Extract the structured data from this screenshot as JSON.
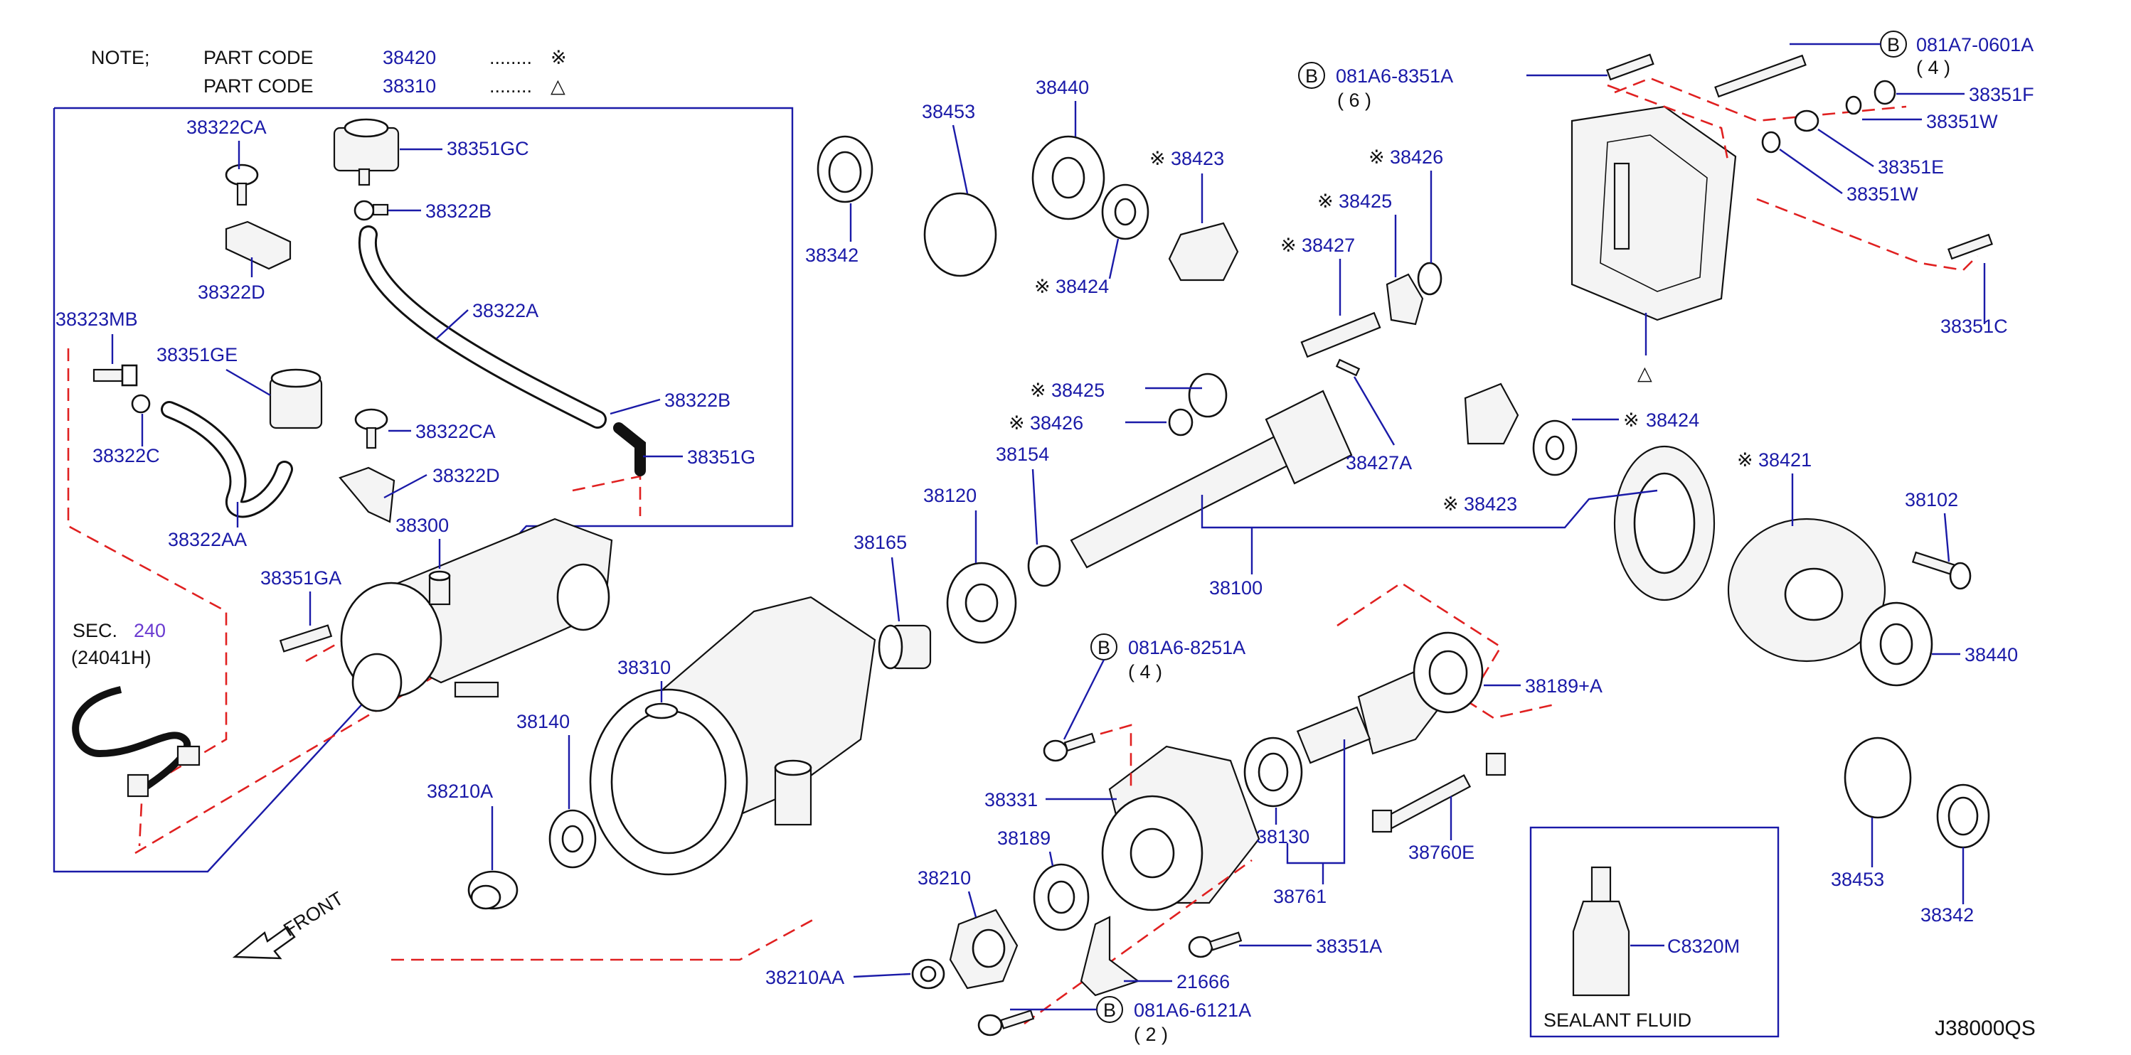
{
  "note": {
    "heading": "NOTE;",
    "rows": [
      {
        "label": "PART   CODE",
        "code": "38420",
        "dots": "........",
        "symbol": "※"
      },
      {
        "label": "PART   CODE",
        "code": "38310",
        "dots": "........",
        "symbol": "△"
      }
    ]
  },
  "diagram_id": "J38000QS",
  "front_label": "FRONT",
  "sec_ref": {
    "prefix": "SEC.",
    "number": "240",
    "sub": "(24041H)"
  },
  "sealant": {
    "caption": "SEALANT   FLUID",
    "part": "C8320M"
  },
  "bolt_refs": [
    {
      "id": "081A6-8351A",
      "qty": "( 6 )",
      "letter": "B"
    },
    {
      "id": "081A7-0601A",
      "qty": "( 4 )",
      "letter": "B"
    },
    {
      "id": "081A6-8251A",
      "qty": "( 4 )",
      "letter": "B"
    },
    {
      "id": "081A6-6121A",
      "qty": "( 2 )",
      "letter": "B"
    }
  ],
  "triangle_mark": "△",
  "parts": [
    {
      "text": "38322CA"
    },
    {
      "text": "38351GC"
    },
    {
      "text": "38322B"
    },
    {
      "text": "38322D"
    },
    {
      "text": "38322A"
    },
    {
      "text": "38323MB"
    },
    {
      "text": "38351GE"
    },
    {
      "text": "38322B"
    },
    {
      "text": "38322C"
    },
    {
      "text": "38322CA"
    },
    {
      "text": "38322D"
    },
    {
      "text": "38351G"
    },
    {
      "text": "38322AA"
    },
    {
      "text": "38300"
    },
    {
      "text": "38351GA"
    },
    {
      "text": "38453"
    },
    {
      "text": "38342"
    },
    {
      "text": "38440"
    },
    {
      "text": "38423",
      "mark": "※"
    },
    {
      "text": "38424",
      "mark": "※"
    },
    {
      "text": "38426",
      "mark": "※"
    },
    {
      "text": "38425",
      "mark": "※"
    },
    {
      "text": "38427",
      "mark": "※"
    },
    {
      "text": "38427A"
    },
    {
      "text": "38425",
      "mark": "※"
    },
    {
      "text": "38426",
      "mark": "※"
    },
    {
      "text": "38154"
    },
    {
      "text": "38120"
    },
    {
      "text": "38165"
    },
    {
      "text": "38100"
    },
    {
      "text": "38424",
      "mark": "※"
    },
    {
      "text": "38423",
      "mark": "※"
    },
    {
      "text": "38421",
      "mark": "※"
    },
    {
      "text": "38102"
    },
    {
      "text": "38440"
    },
    {
      "text": "38351F"
    },
    {
      "text": "38351W"
    },
    {
      "text": "38351E"
    },
    {
      "text": "38351W"
    },
    {
      "text": "38351C"
    },
    {
      "text": "38189+A"
    },
    {
      "text": "38310"
    },
    {
      "text": "38140"
    },
    {
      "text": "38210A"
    },
    {
      "text": "38331"
    },
    {
      "text": "38189"
    },
    {
      "text": "38210"
    },
    {
      "text": "38130"
    },
    {
      "text": "38761"
    },
    {
      "text": "38760E"
    },
    {
      "text": "38351A"
    },
    {
      "text": "21666"
    },
    {
      "text": "38210AA"
    },
    {
      "text": "38453"
    },
    {
      "text": "38342"
    }
  ]
}
